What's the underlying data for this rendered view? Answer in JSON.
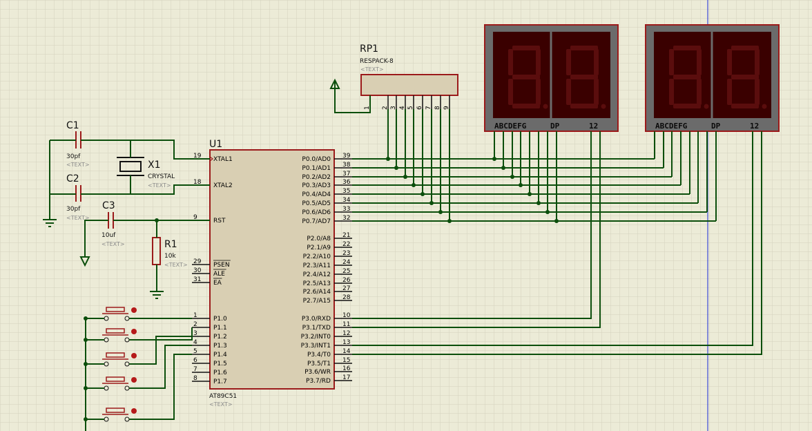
{
  "u1": {
    "ref": "U1",
    "part": "AT89C51",
    "text_placeholder": "<TEXT>",
    "left_pins": [
      {
        "num": "19",
        "name": "XTAL1",
        "clock": true
      },
      {
        "num": "18",
        "name": "XTAL2"
      },
      {
        "num": "9",
        "name": "RST"
      },
      {
        "num": "29",
        "name": "PSEN",
        "overbar": true
      },
      {
        "num": "30",
        "name": "ALE",
        "overbar": true
      },
      {
        "num": "31",
        "name": "EA",
        "overbar": true
      },
      {
        "num": "1",
        "name": "P1.0"
      },
      {
        "num": "2",
        "name": "P1.1"
      },
      {
        "num": "3",
        "name": "P1.2"
      },
      {
        "num": "4",
        "name": "P1.3"
      },
      {
        "num": "5",
        "name": "P1.4"
      },
      {
        "num": "6",
        "name": "P1.5"
      },
      {
        "num": "7",
        "name": "P1.6"
      },
      {
        "num": "8",
        "name": "P1.7"
      }
    ],
    "right_pins": [
      {
        "num": "39",
        "name": "P0.0/AD0"
      },
      {
        "num": "38",
        "name": "P0.1/AD1"
      },
      {
        "num": "37",
        "name": "P0.2/AD2"
      },
      {
        "num": "36",
        "name": "P0.3/AD3"
      },
      {
        "num": "35",
        "name": "P0.4/AD4"
      },
      {
        "num": "34",
        "name": "P0.5/AD5"
      },
      {
        "num": "33",
        "name": "P0.6/AD6"
      },
      {
        "num": "32",
        "name": "P0.7/AD7"
      },
      {
        "num": "21",
        "name": "P2.0/A8"
      },
      {
        "num": "22",
        "name": "P2.1/A9"
      },
      {
        "num": "23",
        "name": "P2.2/A10"
      },
      {
        "num": "24",
        "name": "P2.3/A11"
      },
      {
        "num": "25",
        "name": "P2.4/A12"
      },
      {
        "num": "26",
        "name": "P2.5/A13"
      },
      {
        "num": "27",
        "name": "P2.6/A14"
      },
      {
        "num": "28",
        "name": "P2.7/A15"
      },
      {
        "num": "10",
        "name": "P3.0/RXD"
      },
      {
        "num": "11",
        "name": "P3.1/TXD"
      },
      {
        "num": "12",
        "name": "P3.2/INT0"
      },
      {
        "num": "13",
        "name": "P3.3/INT1"
      },
      {
        "num": "14",
        "name": "P3.4/T0"
      },
      {
        "num": "15",
        "name": "P3.5/T1"
      },
      {
        "num": "16",
        "name": "P3.6/WR"
      },
      {
        "num": "17",
        "name": "P3.7/RD"
      }
    ]
  },
  "rp1": {
    "ref": "RP1",
    "part": "RESPACK-8",
    "text_placeholder": "<TEXT>",
    "pins": [
      "1",
      "2",
      "3",
      "4",
      "5",
      "6",
      "7",
      "8",
      "9"
    ]
  },
  "c1": {
    "ref": "C1",
    "value": "30pf",
    "text_placeholder": "<TEXT>"
  },
  "c2": {
    "ref": "C2",
    "value": "30pf",
    "text_placeholder": "<TEXT>"
  },
  "c3": {
    "ref": "C3",
    "value": "10uf",
    "text_placeholder": "<TEXT>"
  },
  "x1": {
    "ref": "X1",
    "value": "CRYSTAL",
    "text_placeholder": "<TEXT>"
  },
  "r1": {
    "ref": "R1",
    "value": "10k",
    "text_placeholder": "<TEXT>"
  },
  "displays": [
    {
      "segment_label": "ABCDEFG",
      "dp_label": "DP",
      "digit_label": "12",
      "digits": [
        "8",
        "8"
      ]
    },
    {
      "segment_label": "ABCDEFG",
      "dp_label": "DP",
      "digit_label": "12",
      "digits": [
        "8",
        "8"
      ]
    }
  ],
  "colors": {
    "background": "#ecebd7",
    "grid": "#d3d2bd",
    "wire": "#0b4e0b",
    "component_outline": "#9b1a1a",
    "ic_fill": "#d9cfb3",
    "display_frame": "#6b6b6b",
    "display_face": "#3a0000",
    "segment_off": "#5a0d0d",
    "junction": "#0b4e0b",
    "cursor_line": "#1a2ad8"
  },
  "icons": {
    "ground": "ground-icon",
    "power": "power-arrow-icon",
    "button": "pushbutton-icon"
  }
}
